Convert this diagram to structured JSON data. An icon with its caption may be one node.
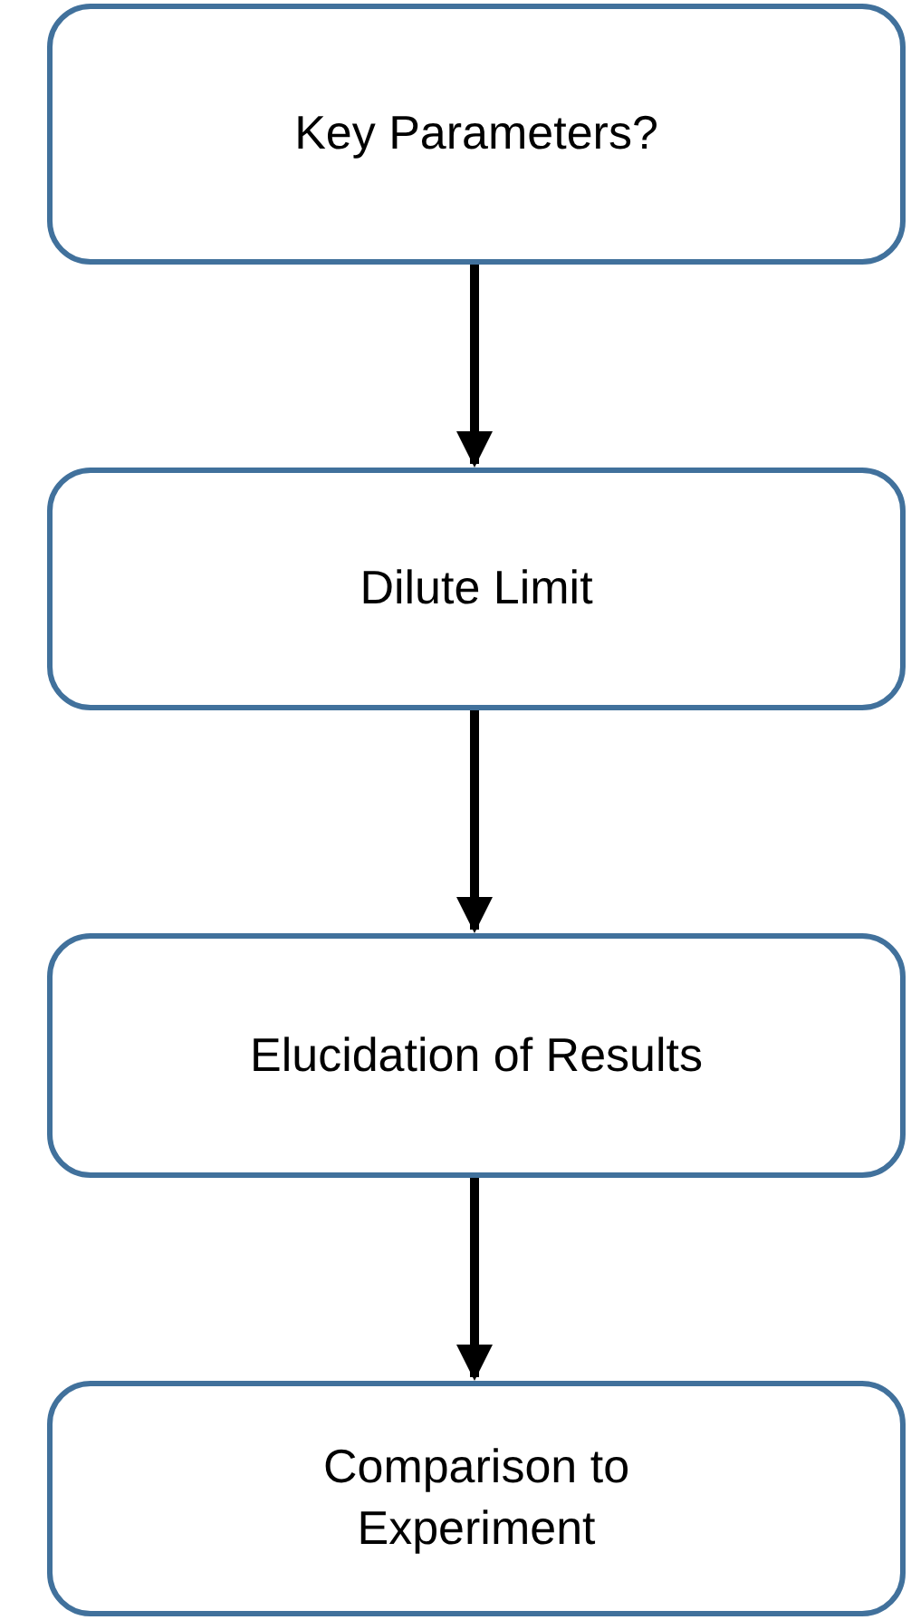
{
  "diagram": {
    "nodes": [
      {
        "text": [
          "Key Parameters?"
        ]
      },
      {
        "text": [
          "Dilute Limit"
        ]
      },
      {
        "text": [
          "Elucidation of Results"
        ]
      },
      {
        "text": [
          "Comparison to Experiment"
        ]
      }
    ],
    "edges": [
      {
        "from": 0,
        "to": 1,
        "arrow": "to"
      },
      {
        "from": 1,
        "to": 2,
        "arrow": "to"
      },
      {
        "from": 2,
        "to": 3,
        "arrow": "to"
      }
    ]
  }
}
